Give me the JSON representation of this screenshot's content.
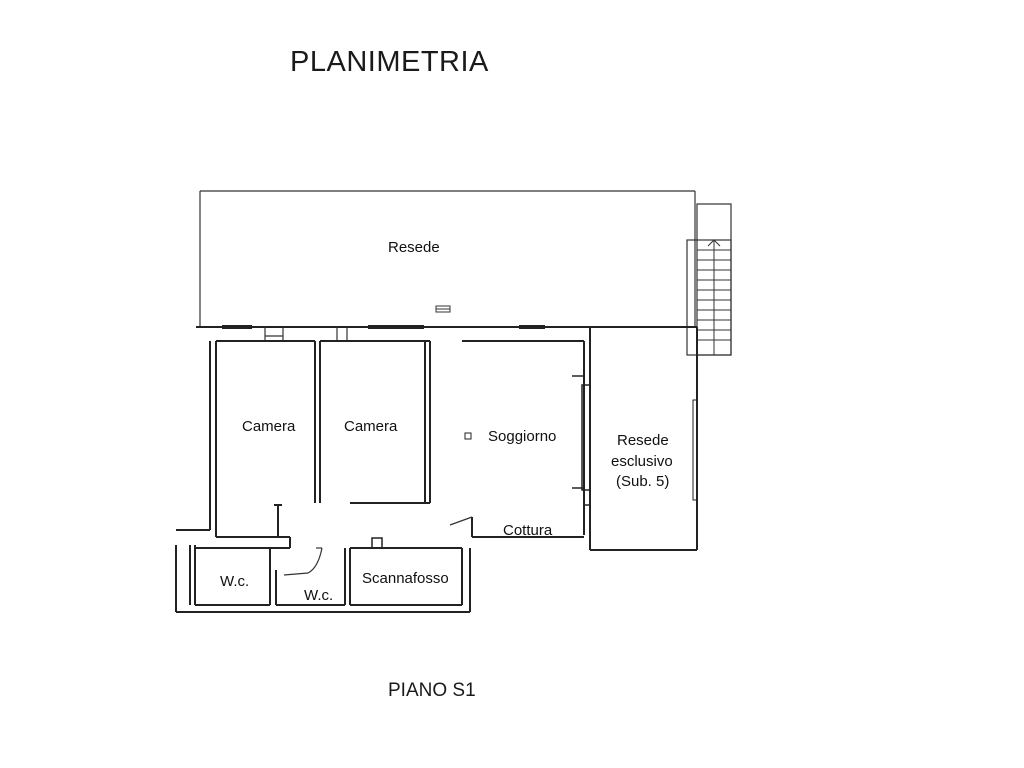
{
  "title": "PLANIMETRIA",
  "floor_label": "PIANO S1",
  "rooms": {
    "resede": "Resede",
    "camera_1": "Camera",
    "camera_2": "Camera",
    "soggiorno": "Soggiorno",
    "resede_esclusivo_line1": "Resede",
    "resede_esclusivo_line2": "esclusivo",
    "resede_esclusivo_line3": "(Sub. 5)",
    "cottura": "Cottura",
    "wc_1": "W.c.",
    "wc_2": "W.c.",
    "scannafosso": "Scannafosso"
  }
}
